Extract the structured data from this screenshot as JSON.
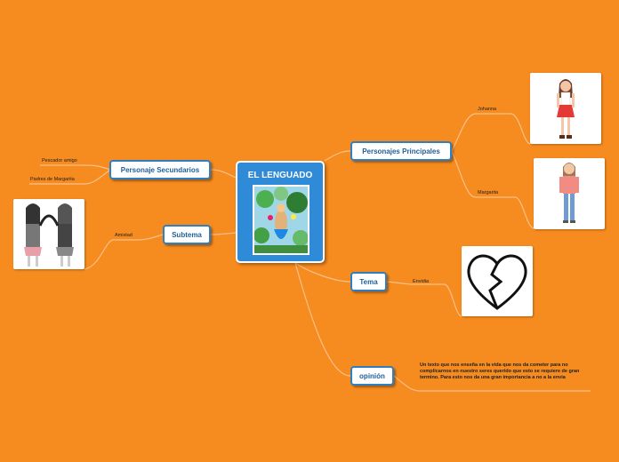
{
  "colors": {
    "background": "#f68b1f",
    "node_border": "#2f7fc1",
    "node_text": "#1f5f99",
    "center_fill": "#2f8ad8",
    "connector": "#f9c08a"
  },
  "central": {
    "title": "EL LENGUADO",
    "image_icon": "book-cover-illustration"
  },
  "branches": {
    "personajes_principales": {
      "label": "Personajes Principales",
      "children": [
        "Johanna",
        "Margarita"
      ]
    },
    "tema": {
      "label": "Tema",
      "children": [
        "Envidia"
      ]
    },
    "opinion": {
      "label": "opinión",
      "text": "Un texto que nos enseña en la vida que nos da cometer para no complicarnos en nuestro seres querido que esto se requiere de gran termino. Para esto nos da una gran importancia a no a la envia"
    },
    "personaje_secundarios": {
      "label": "Personaje Secundarios",
      "children": [
        "Pescador amigo",
        "Padres de Margarita"
      ]
    },
    "subtema": {
      "label": "Subtema",
      "children": [
        "Amistad"
      ]
    }
  },
  "images": {
    "johanna": "girl-red-skirt-illustration",
    "margarita": "girl-jeans-illustration",
    "envidia": "broken-heart-icon",
    "amistad": "two-friends-sketch"
  }
}
